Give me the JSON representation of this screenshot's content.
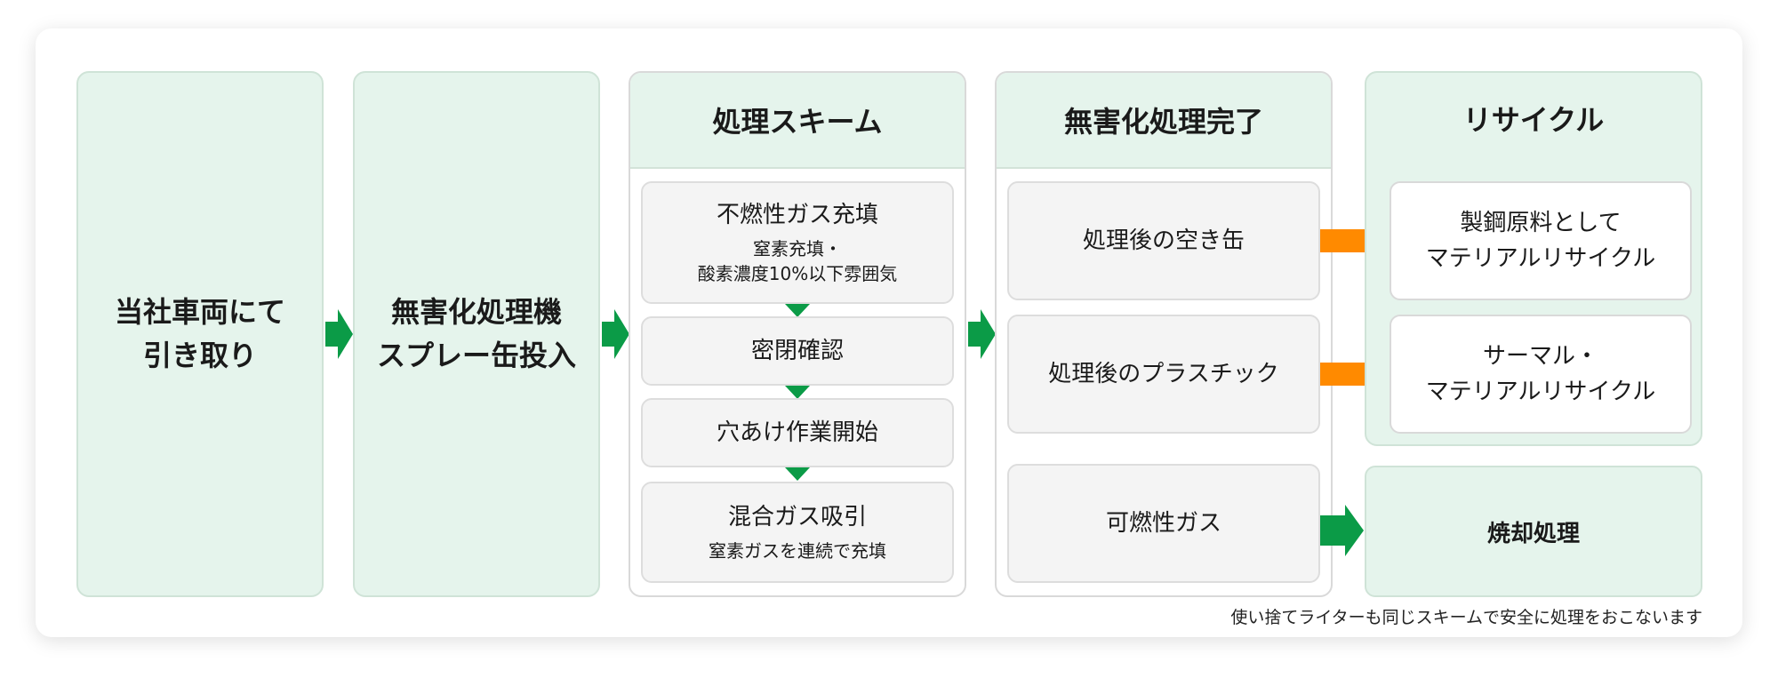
{
  "steps": {
    "pickup": [
      "当社車両にて",
      "引き取り"
    ],
    "machine": [
      "無害化処理機",
      "スプレー缶投入"
    ]
  },
  "scheme": {
    "title": "処理スキーム",
    "boxes": [
      {
        "title": "不燃性ガス充填",
        "sub": [
          "窒素充填・",
          "酸素濃度10%以下雰囲気"
        ]
      },
      {
        "title": "密閉確認"
      },
      {
        "title": "穴あけ作業開始"
      },
      {
        "title": "混合ガス吸引",
        "sub": [
          "窒素ガスを連続で充填"
        ]
      }
    ]
  },
  "complete": {
    "title": "無害化処理完了",
    "boxes": [
      "処理後の空き缶",
      "処理後のプラスチック",
      "可燃性ガス"
    ]
  },
  "recycle": {
    "title": "リサイクル",
    "boxes": [
      [
        "製鋼原料として",
        "マテリアルリサイクル"
      ],
      [
        "サーマル・",
        "マテリアルリサイクル"
      ]
    ]
  },
  "incineration": "焼却処理",
  "footnote": "使い捨てライターも同じスキームで安全に処理をおこないます",
  "colors": {
    "green": "#0b9b47",
    "orange": "#ff8a00",
    "panel": "#e5f4ec"
  }
}
